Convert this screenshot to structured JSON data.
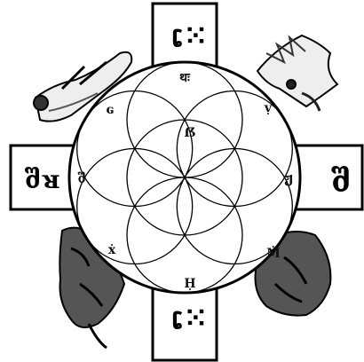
{
  "arm_glyphs": {
    "top": "ເ⁙",
    "bottom": "ເ⁙",
    "left": "შᴚ",
    "right": "შ"
  },
  "ring_glyphs": [
    {
      "id": "n",
      "text": "थः"
    },
    {
      "id": "ne",
      "text": "ṿ"
    },
    {
      "id": "e",
      "text": "ჟ"
    },
    {
      "id": "se",
      "text": "Ṁ"
    },
    {
      "id": "s",
      "text": "Ḥ"
    },
    {
      "id": "sw",
      "text": "ẋ"
    },
    {
      "id": "w",
      "text": "შ"
    },
    {
      "id": "nw",
      "text": "ɢ"
    },
    {
      "id": "center",
      "text": "ẞ"
    }
  ],
  "figures": {
    "top_left": "reclining-man",
    "top_right": "eagle",
    "bottom_left": "lion",
    "bottom_right": "ox"
  },
  "colors": {
    "ink": "#000000",
    "paper": "#ffffff"
  }
}
